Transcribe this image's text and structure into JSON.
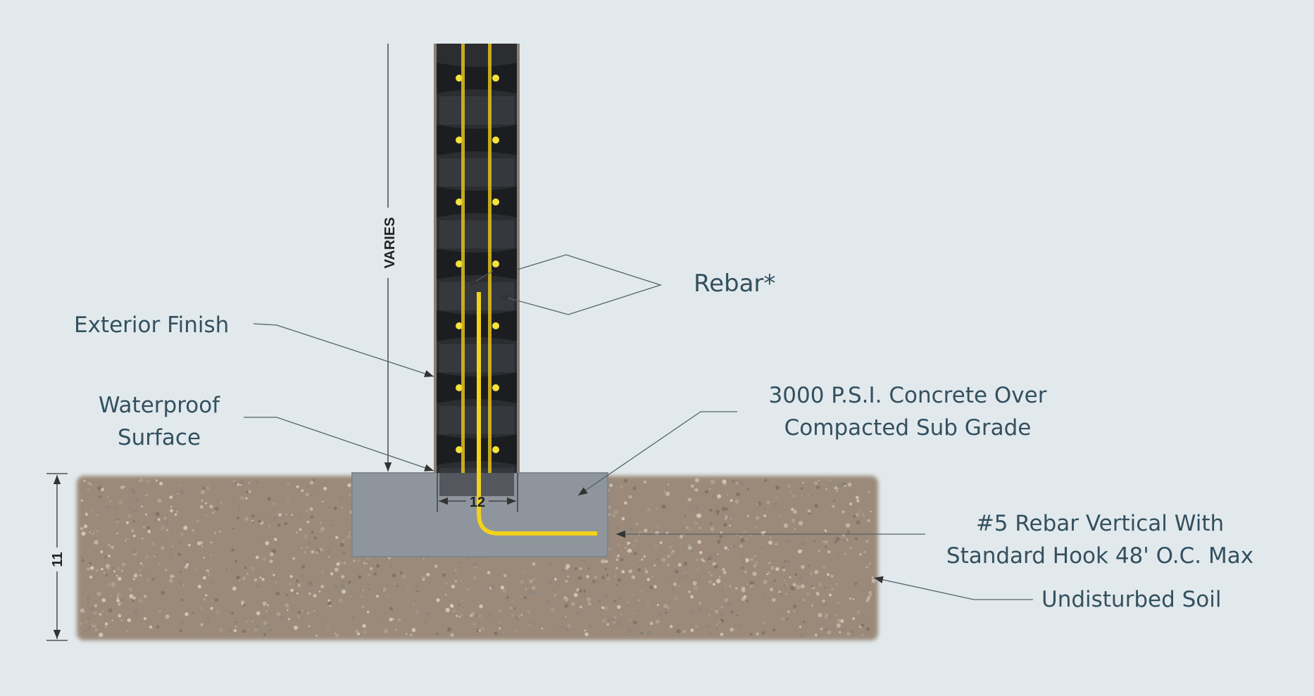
{
  "labels": {
    "rebar": "Rebar*",
    "exterior_finish": "Exterior Finish",
    "waterproof_line1": "Waterproof",
    "waterproof_line2": "Surface",
    "concrete_line1": "3000 P.S.I. Concrete Over",
    "concrete_line2": "Compacted Sub Grade",
    "hook_line1": "#5 Rebar Vertical With",
    "hook_line2": "Standard Hook 48' O.C. Max",
    "soil": "Undisturbed Soil"
  },
  "dimensions": {
    "wall_height": "VARIES",
    "wall_width": "12",
    "footing_depth": "11"
  },
  "colors": {
    "background": "#e2e9ec",
    "text": "#33505f",
    "rebar": "#f2d21b",
    "wall": "#2b2d31",
    "concrete": "#8f959c",
    "soil": "#9b8a79"
  }
}
